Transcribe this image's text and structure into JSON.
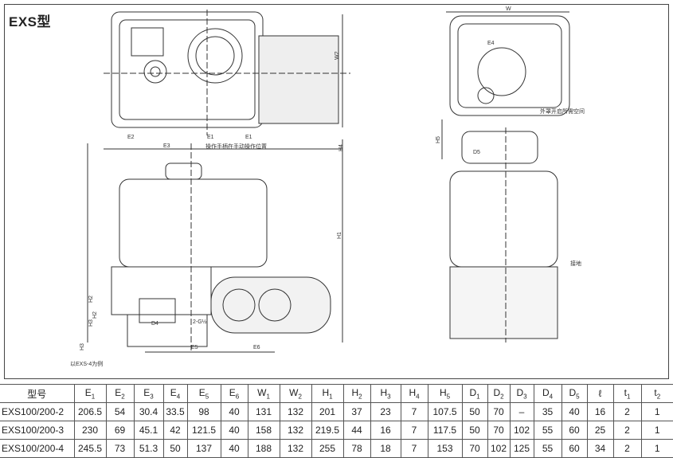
{
  "title": "EXS型",
  "labels": {
    "w": "W",
    "e4": "E4",
    "w2": "W2",
    "e2": "E2",
    "e1a": "E1",
    "e1b": "E1",
    "e3": "E3",
    "handle_note": "操作手柄在手动操作位置",
    "h4": "H4",
    "h5": "H5",
    "d5": "D5",
    "cover_note": "外罩开启所需空间",
    "h1": "H1",
    "h2a": "H2",
    "h2b": "H2",
    "h3a": "H3",
    "h3b": "H3",
    "d4": "D4",
    "port": "2-G½",
    "e5": "E5",
    "e6": "E6",
    "example_note": "以EXS-4为例",
    "ground": "接地"
  },
  "table": {
    "headers": [
      {
        "t": "型号",
        "s": ""
      },
      {
        "t": "E",
        "s": "1"
      },
      {
        "t": "E",
        "s": "2"
      },
      {
        "t": "E",
        "s": "3"
      },
      {
        "t": "E",
        "s": "4"
      },
      {
        "t": "E",
        "s": "5"
      },
      {
        "t": "E",
        "s": "6"
      },
      {
        "t": "W",
        "s": "1"
      },
      {
        "t": "W",
        "s": "2"
      },
      {
        "t": "H",
        "s": "1"
      },
      {
        "t": "H",
        "s": "2"
      },
      {
        "t": "H",
        "s": "3"
      },
      {
        "t": "H",
        "s": "4"
      },
      {
        "t": "H",
        "s": "5"
      },
      {
        "t": "D",
        "s": "1"
      },
      {
        "t": "D",
        "s": "2"
      },
      {
        "t": "D",
        "s": "3"
      },
      {
        "t": "D",
        "s": "4"
      },
      {
        "t": "D",
        "s": "5"
      },
      {
        "t": "ℓ",
        "s": ""
      },
      {
        "t": "t",
        "s": "1"
      },
      {
        "t": "t",
        "s": "2"
      }
    ],
    "rows": [
      [
        "EXS100/200-2",
        "206.5",
        "54",
        "30.4",
        "33.5",
        "98",
        "40",
        "131",
        "132",
        "201",
        "37",
        "23",
        "7",
        "107.5",
        "50",
        "70",
        "–",
        "35",
        "40",
        "16",
        "2",
        "1"
      ],
      [
        "EXS100/200-3",
        "230",
        "69",
        "45.1",
        "42",
        "121.5",
        "40",
        "158",
        "132",
        "219.5",
        "44",
        "16",
        "7",
        "117.5",
        "50",
        "70",
        "102",
        "55",
        "60",
        "25",
        "2",
        "1"
      ],
      [
        "EXS100/200-4",
        "245.5",
        "73",
        "51.3",
        "50",
        "137",
        "40",
        "188",
        "132",
        "255",
        "78",
        "18",
        "7",
        "153",
        "70",
        "102",
        "125",
        "55",
        "60",
        "34",
        "2",
        "1"
      ]
    ]
  }
}
